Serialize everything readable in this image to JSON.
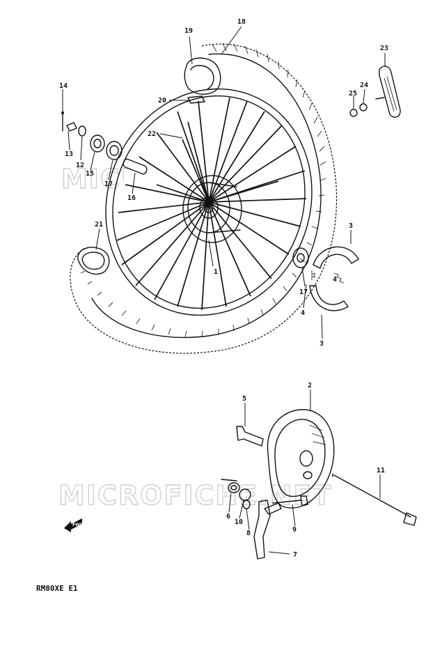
{
  "diagram": {
    "model_code": "RM80XE E1",
    "watermark": "MICROFICHE.NET",
    "forward_label": "FWD",
    "callouts": [
      "1",
      "2",
      "3",
      "3",
      "4",
      "4",
      "5",
      "6",
      "7",
      "8",
      "9",
      "10",
      "11",
      "12",
      "13",
      "14",
      "15",
      "16",
      "17",
      "17",
      "18",
      "19",
      "20",
      "21",
      "22",
      "23",
      "24",
      "25"
    ]
  }
}
